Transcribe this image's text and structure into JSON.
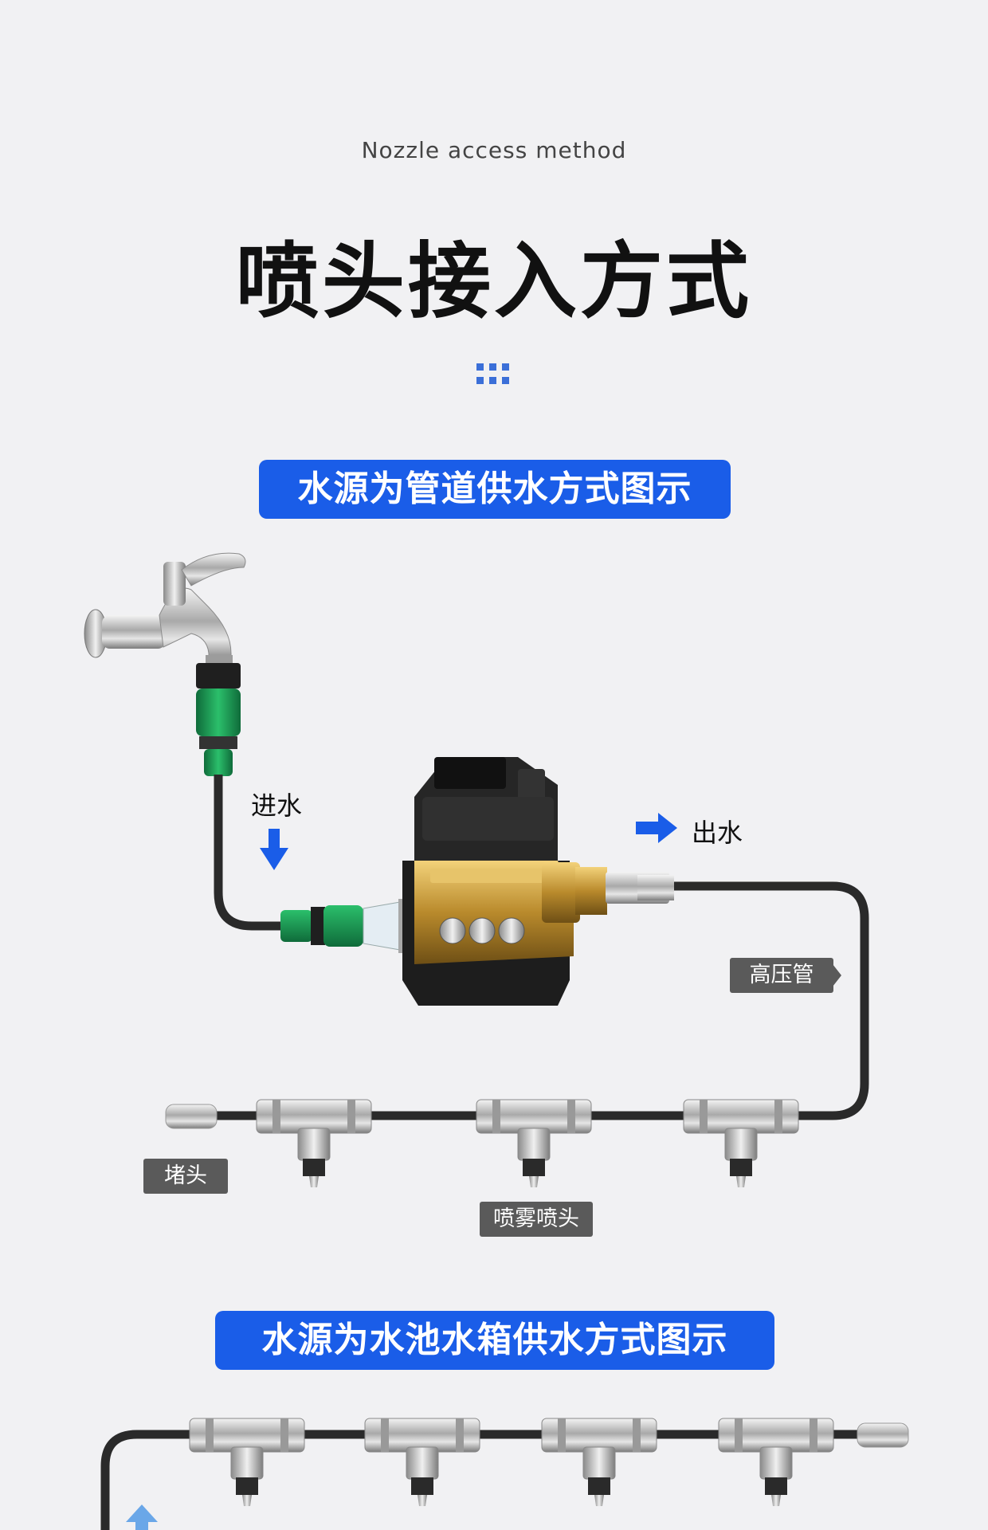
{
  "header": {
    "subtitle": "Nozzle access method",
    "title": "喷头接入方式"
  },
  "section1": {
    "banner": "水源为管道供水方式图示",
    "labels": {
      "inlet": "进水",
      "outlet": "出水",
      "high_pressure_hose": "高压管",
      "plug": "堵头",
      "spray_nozzle": "喷雾喷头"
    }
  },
  "section2": {
    "banner": "水源为水池水箱供水方式图示"
  },
  "colors": {
    "accent_blue": "#1a5de8",
    "tag_gray": "#5a5a5a",
    "hose": "#2a2a2a"
  }
}
